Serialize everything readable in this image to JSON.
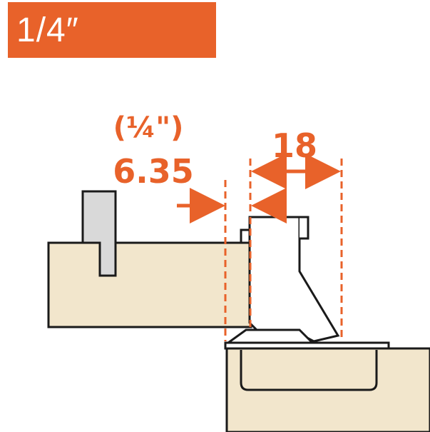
{
  "header": {
    "label": "1/4″",
    "color": "#E8622A"
  },
  "dimensions": {
    "overlay_fraction": "(¼\")",
    "overlay_mm": "6.35",
    "cup_offset": "18"
  },
  "colors": {
    "accent": "#E8622A",
    "wood": "#F2E6CC",
    "metal": "#FFFFFF",
    "dowel": "#D9D9D9",
    "outline": "#1A1A1A"
  }
}
